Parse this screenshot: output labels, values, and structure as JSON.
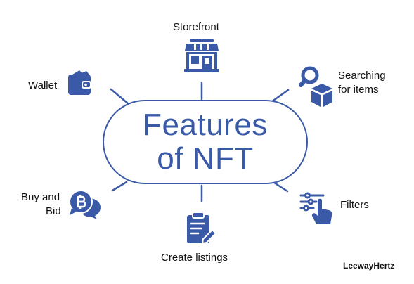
{
  "center": {
    "line1": "Features",
    "line2": "of NFT"
  },
  "nodes": {
    "storefront": "Storefront",
    "wallet": "Wallet",
    "searching_line1": "Searching",
    "searching_line2": "for items",
    "buy_line1": "Buy and",
    "buy_line2": "Bid",
    "filters": "Filters",
    "create": "Create listings"
  },
  "brand": "LeewayHertz",
  "colors": {
    "accent": "#3a5aa7",
    "text": "#111111"
  },
  "icons": [
    "storefront-icon",
    "wallet-icon",
    "search-box-icon",
    "bitcoin-chat-icon",
    "filter-hand-icon",
    "clipboard-pen-icon"
  ]
}
